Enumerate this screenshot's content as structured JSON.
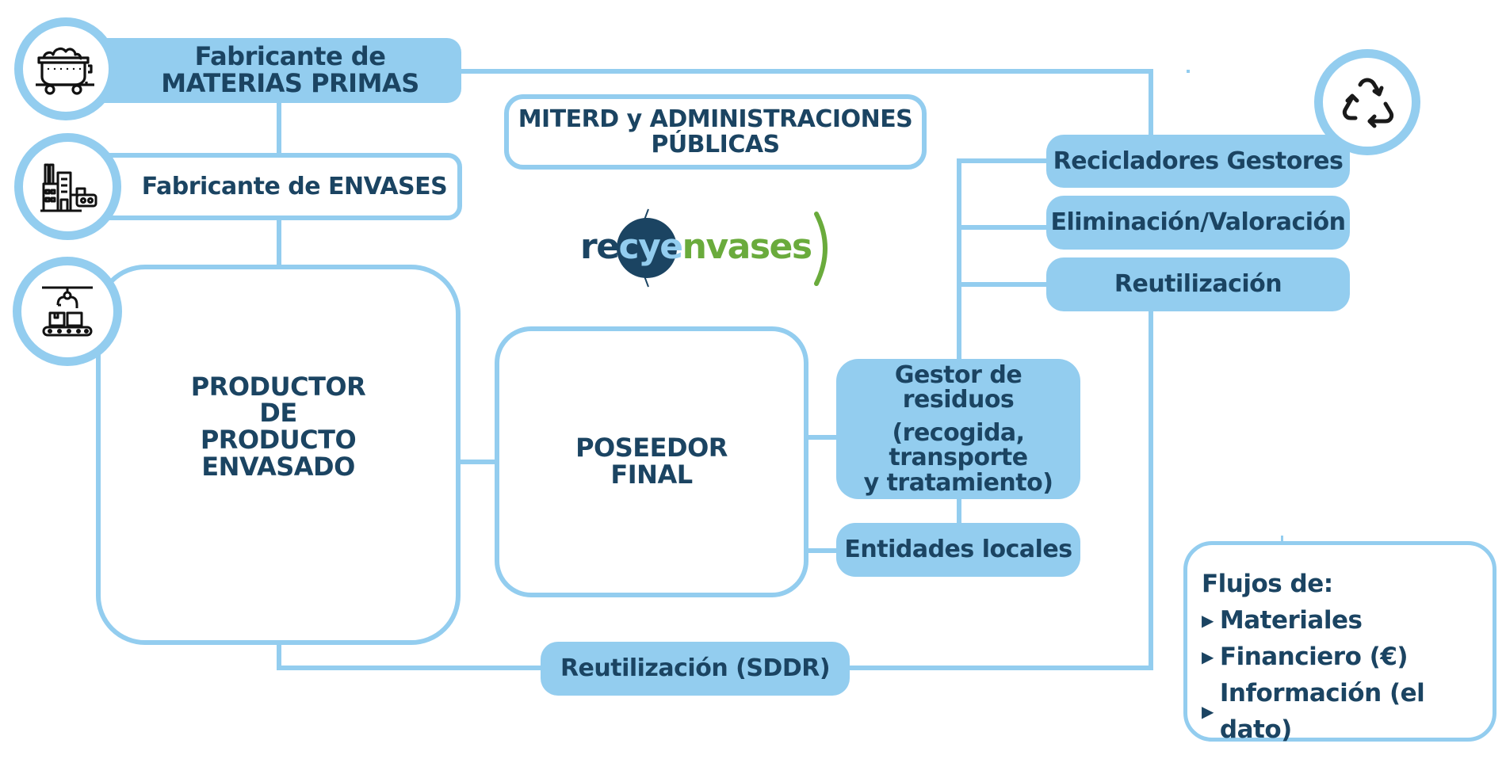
{
  "diagram": {
    "nodes": {
      "raw_materials": {
        "line1": "Fabricante de",
        "line2": "MATERIAS PRIMAS",
        "icon": "mine-cart-icon"
      },
      "packaging_maker": {
        "label": "Fabricante de ENVASES",
        "icon": "factory-icon"
      },
      "producer": {
        "lines": [
          "PRODUCTOR",
          "DE",
          "PRODUCTO",
          "ENVASADO"
        ],
        "icon": "conveyor-robot-icon"
      },
      "administration": {
        "line1": "MITERD y ADMINISTRACIONES",
        "line2": "PÚBLICAS"
      },
      "final_holder": {
        "lines": [
          "POSEEDOR",
          "FINAL"
        ]
      },
      "waste_manager": {
        "line1": "Gestor de residuos",
        "line2": "(recogida,",
        "line3": "transporte",
        "line4": "y tratamiento)"
      },
      "local_entities": {
        "label": "Entidades locales"
      },
      "recyclers": {
        "label": "Recicladores Gestores",
        "icon": "recycle-icon"
      },
      "elimination": {
        "label": "Eliminación/Valoración"
      },
      "reuse": {
        "label": "Reutilización"
      },
      "reuse_sddr": {
        "label": "Reutilización (SDDR)"
      }
    },
    "logo": {
      "part1": "re",
      "part2": "cye",
      "part3": "nvases",
      "bracket": ")"
    },
    "legend": {
      "title": "Flujos de:",
      "items": [
        "Materiales",
        "Financiero (€)",
        "Información (el dato)"
      ],
      "bullet_icon": "triangle-right-icon"
    }
  },
  "colors": {
    "accent": "#93cdef",
    "text": "#1b4462",
    "logo_navy": "#1b4462",
    "logo_light": "#93cdef",
    "logo_green": "#6aab3c"
  }
}
